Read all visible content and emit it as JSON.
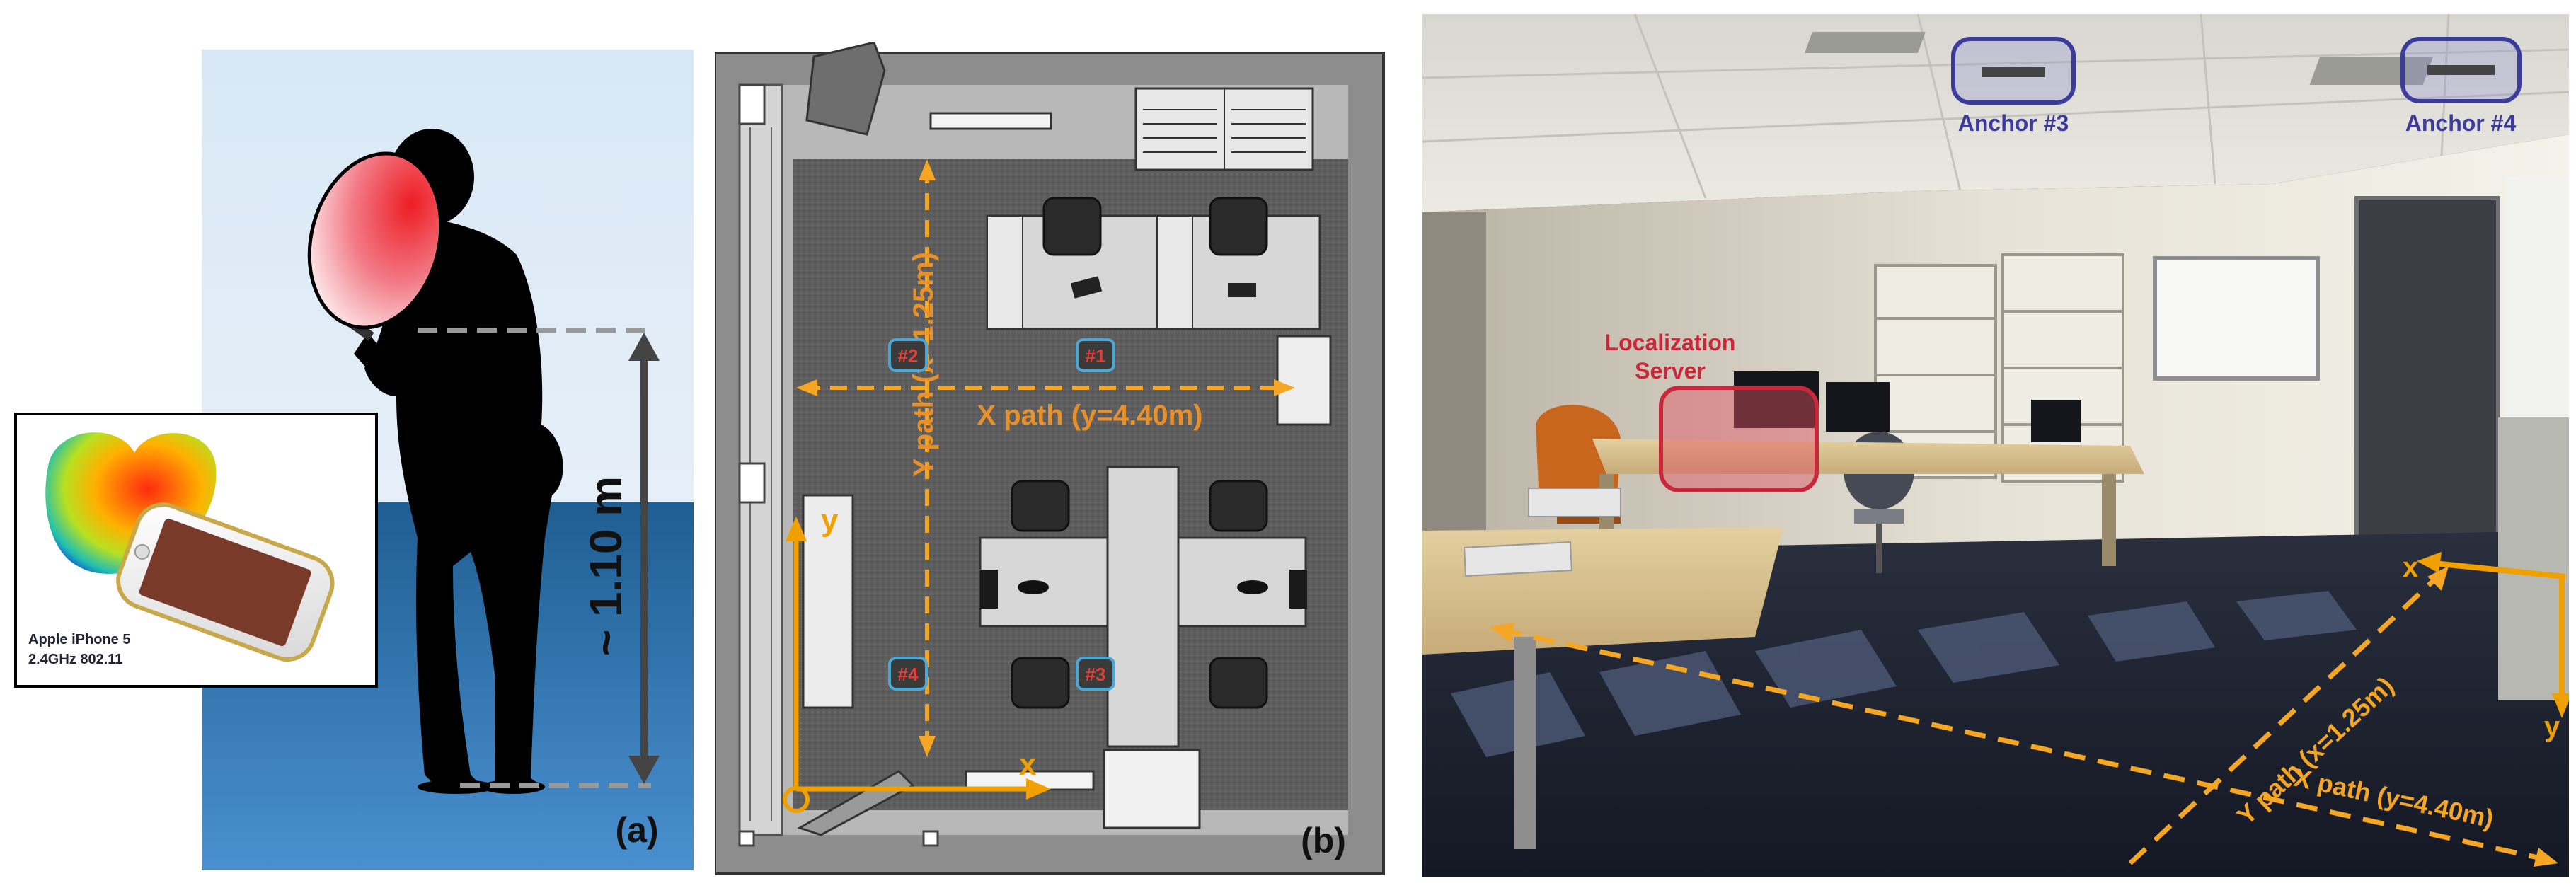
{
  "panel_a": {
    "height_label": "~ 1.10 m",
    "panel_label": "(a)",
    "inset": {
      "device_name": "Apple iPhone 5",
      "device_spec": "2.4GHz 802.11"
    }
  },
  "panel_b": {
    "panel_label": "(b)",
    "y_path_label": "Y path (x=1.25m)",
    "x_path_label": "X path (y=4.40m)",
    "axis_y": "y",
    "axis_x": "x",
    "markers": [
      "#1",
      "#2",
      "#3",
      "#4"
    ]
  },
  "panel_c": {
    "anchor3": "Anchor #3",
    "anchor4": "Anchor #4",
    "server_line1": "Localization",
    "server_line2": "Server",
    "y_path_label": "Y path (x=1.25m)",
    "x_path_label": "X path (y=4.40m)",
    "axis_x": "x",
    "axis_y": "y"
  },
  "colors": {
    "path": "#f5a623",
    "axis": "#f0a000",
    "anchor": "#3b3b9c",
    "server": "#c8283a",
    "marker": "#e0403a",
    "marker_box": "#4aa8d8"
  }
}
